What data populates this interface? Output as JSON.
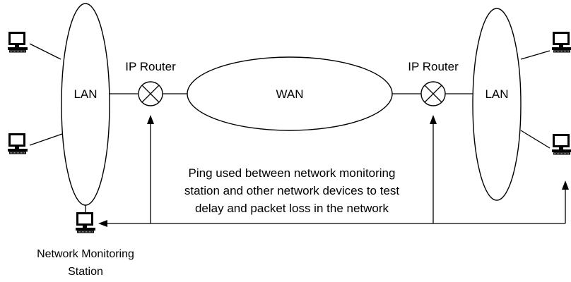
{
  "labels": {
    "lan_left": "LAN",
    "lan_right": "LAN",
    "wan": "WAN",
    "router_left": "IP Router",
    "router_right": "IP Router",
    "station_line1": "Network Monitoring",
    "station_line2": "Station",
    "caption_line1": "Ping used between network monitoring",
    "caption_line2": "station and other network devices to test",
    "caption_line3": "delay and packet loss in the network"
  },
  "icons": {
    "computer": "desktop-computer-icon",
    "router": "router-cross-circle-icon",
    "arrow": "arrowhead-icon"
  }
}
